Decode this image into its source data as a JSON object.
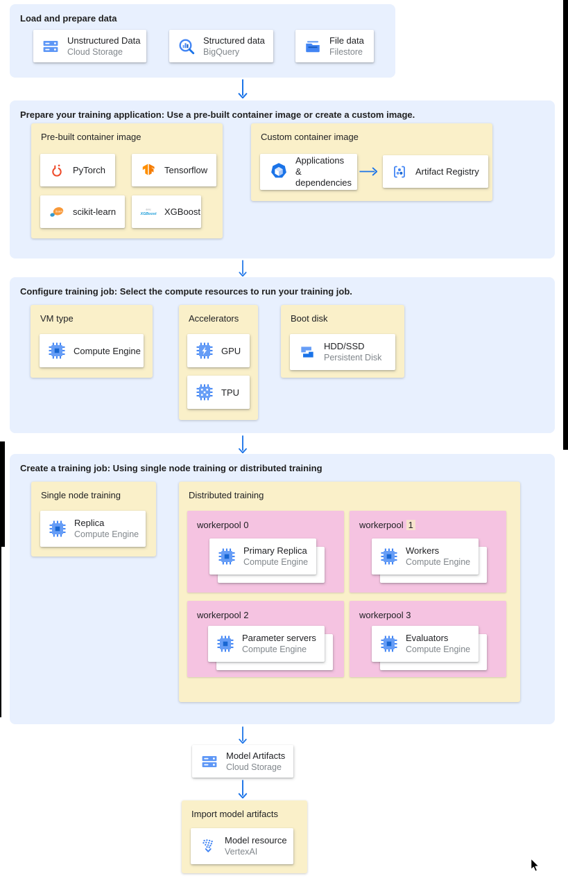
{
  "colors": {
    "section_bg": "#E8F0FE",
    "panel_bg": "#FAF0C9",
    "workerpool_bg": "#F5C3E1",
    "highlight_bg": "#F7E3CD",
    "arrow_blue": "#1A73E8",
    "title_text": "#202124",
    "subtitle_text": "#80868B"
  },
  "load": {
    "title": "Load and prepare data",
    "cards": [
      {
        "title": "Unstructured Data",
        "subtitle": "Cloud Storage",
        "icon": "cloud-storage-icon"
      },
      {
        "title": "Structured data",
        "subtitle": "BigQuery",
        "icon": "bigquery-icon"
      },
      {
        "title": "File data",
        "subtitle": "Filestore",
        "icon": "filestore-icon"
      }
    ]
  },
  "prepare": {
    "title": "Prepare your training application: Use a pre-built container image or create a custom image.",
    "prebuilt": {
      "title": "Pre-built container image",
      "cards": [
        {
          "title": "PyTorch",
          "icon": "pytorch-icon"
        },
        {
          "title": "Tensorflow",
          "icon": "tensorflow-icon"
        },
        {
          "title": "scikit-learn",
          "icon": "scikit-learn-icon"
        },
        {
          "title": "XGBoost",
          "icon": "xgboost-icon"
        }
      ]
    },
    "custom": {
      "title": "Custom container image",
      "source_card": {
        "title": "Applications & dependencies",
        "icon": "container-applications-icon"
      },
      "target_card": {
        "title": "Artifact Registry",
        "icon": "artifact-registry-icon"
      }
    }
  },
  "configure": {
    "title": "Configure training job: Select the compute resources to run your training job.",
    "vm_type": {
      "title": "VM type",
      "card": {
        "title": "Compute Engine",
        "icon": "compute-engine-icon"
      }
    },
    "accelerators": {
      "title": "Accelerators",
      "cards": [
        {
          "title": "GPU",
          "icon": "gpu-icon"
        },
        {
          "title": "TPU",
          "icon": "tpu-icon"
        }
      ]
    },
    "boot_disk": {
      "title": "Boot disk",
      "card": {
        "title": "HDD/SSD",
        "subtitle": "Persistent Disk",
        "icon": "persistent-disk-icon"
      }
    }
  },
  "create": {
    "title": "Create a training job: Using single node training or distributed training",
    "single_node": {
      "title": "Single node training",
      "card": {
        "title": "Replica",
        "subtitle": "Compute Engine",
        "icon": "compute-engine-icon"
      }
    },
    "distributed": {
      "title": "Distributed training",
      "workerpools": [
        {
          "label": "workerpool 0",
          "highlight": "",
          "card": {
            "title": "Primary Replica",
            "subtitle": "Compute Engine",
            "icon": "compute-engine-icon"
          }
        },
        {
          "label": "workerpool",
          "highlight": "1",
          "card": {
            "title": "Workers",
            "subtitle": "Compute Engine",
            "icon": "compute-engine-icon"
          }
        },
        {
          "label": "workerpool 2",
          "highlight": "",
          "card": {
            "title": "Parameter servers",
            "subtitle": "Compute Engine",
            "icon": "compute-engine-icon"
          }
        },
        {
          "label": "workerpool 3",
          "highlight": "",
          "card": {
            "title": "Evaluators",
            "subtitle": "Compute Engine",
            "icon": "compute-engine-icon"
          }
        }
      ]
    }
  },
  "model_artifacts": {
    "title": "Model Artifacts",
    "subtitle": "Cloud Storage",
    "icon": "cloud-storage-icon"
  },
  "import_model": {
    "title": "Import model artifacts",
    "card": {
      "title": "Model resource",
      "subtitle": "VertexAI",
      "icon": "vertex-ai-icon"
    }
  }
}
